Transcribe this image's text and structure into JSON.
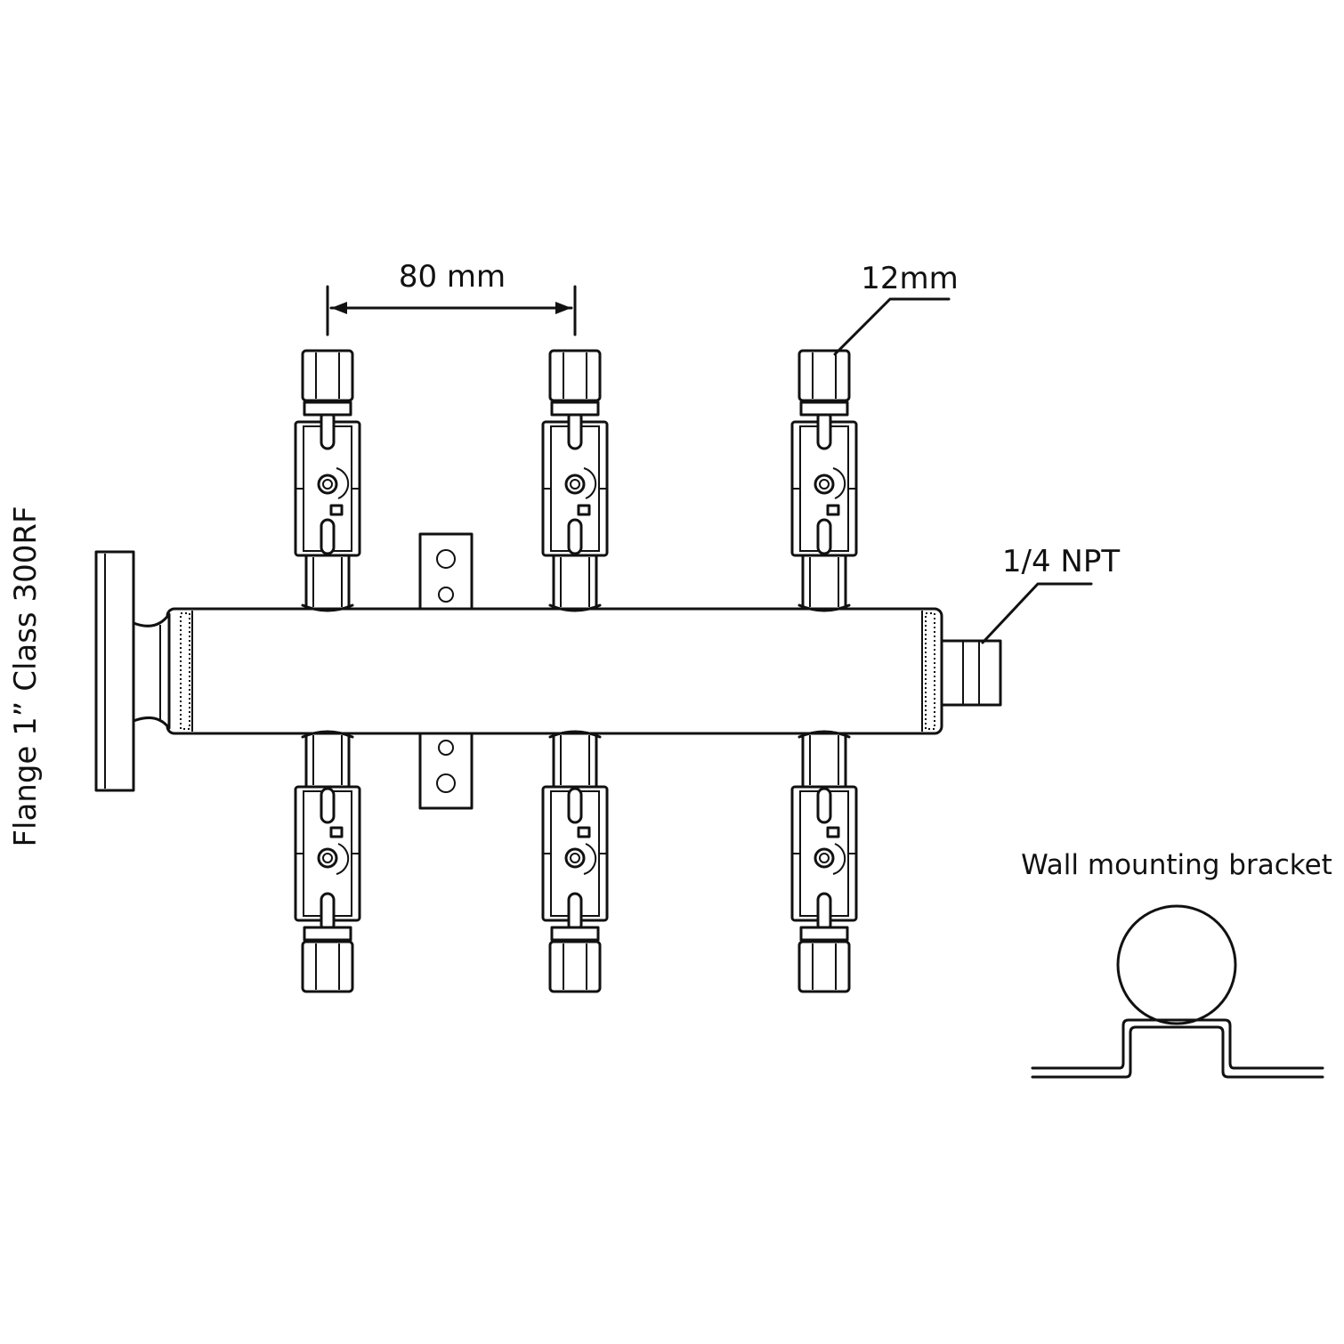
{
  "labels": {
    "spacing": "80 mm",
    "tube_od": "12mm",
    "outlet_thread": "1/4 NPT",
    "inlet_flange": "Flange 1” Class 300RF",
    "bracket_caption": "Wall mounting bracket"
  },
  "valves": {
    "top_row_count": 3,
    "bottom_row_count": 3
  },
  "icons": [
    "flange-icon",
    "valve-icon",
    "compression-fitting-icon",
    "bracket-icon",
    "npt-plug-icon"
  ]
}
